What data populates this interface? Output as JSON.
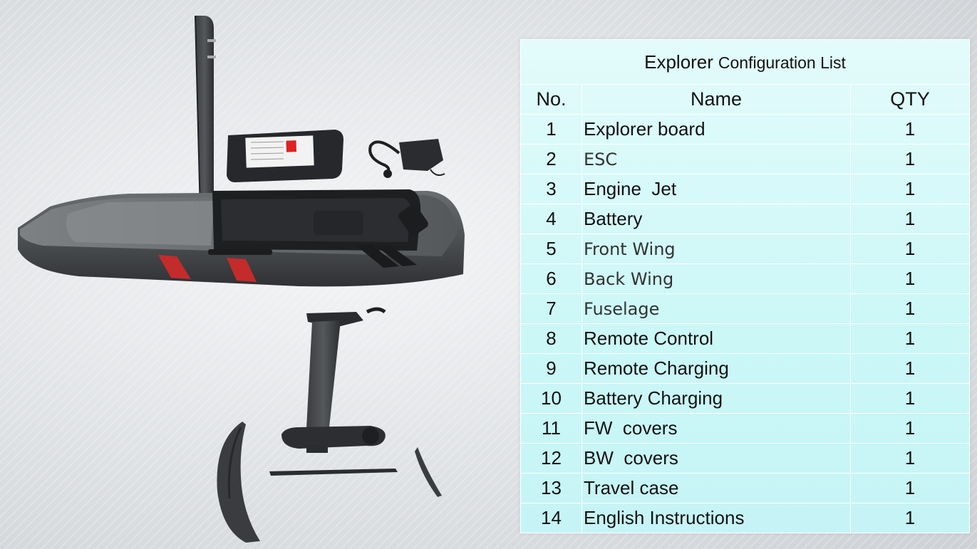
{
  "table": {
    "title_main": "Explorer",
    "title_sub": "Configuration List",
    "headers": {
      "no": "No.",
      "name": "Name",
      "qty": "QTY"
    },
    "rows": [
      {
        "no": "1",
        "name": "Explorer board",
        "qty": "1"
      },
      {
        "no": "2",
        "name": "ESC",
        "qty": "1"
      },
      {
        "no": "3",
        "name": "Engine  Jet",
        "qty": "1"
      },
      {
        "no": "4",
        "name": "Battery",
        "qty": "1"
      },
      {
        "no": "5",
        "name": "Front Wing",
        "qty": "1"
      },
      {
        "no": "6",
        "name": "Back Wing",
        "qty": "1"
      },
      {
        "no": "7",
        "name": "Fuselage",
        "qty": "1"
      },
      {
        "no": "8",
        "name": "Remote Control",
        "qty": "1"
      },
      {
        "no": "9",
        "name": "Remote Charging",
        "qty": "1"
      },
      {
        "no": "10",
        "name": "Battery Charging",
        "qty": "1"
      },
      {
        "no": "11",
        "name": "FW  covers",
        "qty": "1"
      },
      {
        "no": "12",
        "name": "BW  covers",
        "qty": "1"
      },
      {
        "no": "13",
        "name": "Travel case",
        "qty": "1"
      },
      {
        "no": "14",
        "name": "English Instructions",
        "qty": "1"
      }
    ]
  },
  "colors": {
    "board": "#5b5e61",
    "deck": "#7a7d80",
    "stripe": "#c42b2b",
    "parts": "#2e3033",
    "table_bg": "#cbf7f7"
  }
}
